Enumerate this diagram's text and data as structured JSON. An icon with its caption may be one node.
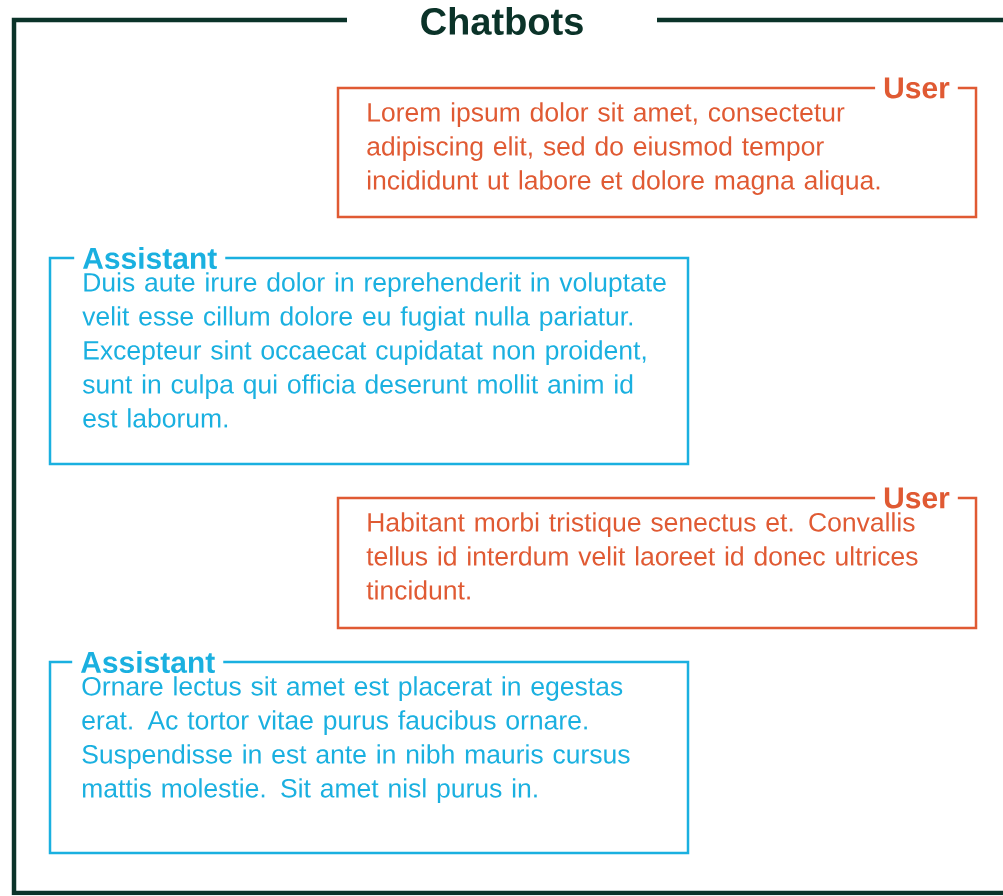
{
  "diagram": {
    "nodes": [
      {
        "text": [
          "Chatbots"
        ]
      },
      {
        "text": [
          "User",
          "Lorem ipsum dolor sit amet, consectetur adipiscing elit, sed do eiusmod tempor incididunt ut labore et dolore magna aliqua."
        ],
        "in": 0
      },
      {
        "text": [
          "Assistant",
          "Duis aute irure dolor in reprehenderit in voluptate velit esse cillum dolore eu fugiat nulla pariatur. Excepteur sint occaecat cupidatat non proident, sunt in culpa qui officia deserunt mollit anim id est laborum."
        ],
        "in": 0
      },
      {
        "text": [
          "User",
          "Habitant morbi tristique senectus et. Convallis tellus id interdum velit laoreet id donec ultrices tincidunt."
        ],
        "in": 0
      },
      {
        "text": [
          "Assistant",
          "Ornare lectus sit amet est placerat in egestas erat. Ac tortor vitae purus faucibus ornare. Suspendisse in est ante in nibh mauris cursus mattis molestie. Sit amet nisl purus in."
        ],
        "in": 0
      }
    ]
  }
}
